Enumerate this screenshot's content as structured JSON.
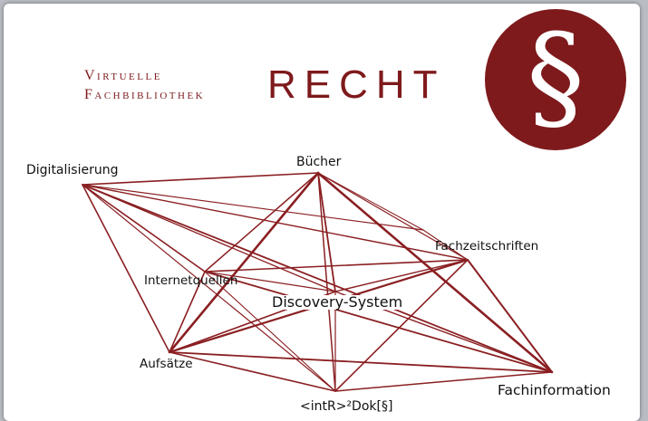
{
  "header": {
    "line1": "Virtuelle",
    "line2": "Fachbibliothek",
    "title": "RECHT"
  },
  "seal": {
    "symbol": "§",
    "color": "#7e1a1c"
  },
  "network": {
    "line_color": "#8a1f22",
    "nodes": {
      "digitalisierung": "Digitalisierung",
      "buecher": "Bücher",
      "fachzeitschriften": "Fachzeitschriften",
      "internetquellen": "Internetquellen",
      "discovery": "Discovery-System",
      "aufsaetze": "Aufsätze",
      "fachinformation": "Fachinformation",
      "intrdok": "<intR>²Dok[§]"
    }
  }
}
